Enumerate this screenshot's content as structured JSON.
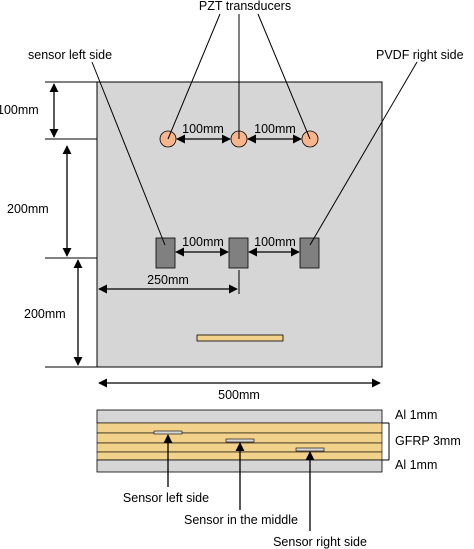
{
  "top_view": {
    "label_pzt": "PZT transducers",
    "label_sensor_left": "sensor left side",
    "label_pvdf_right": "PVDF right side",
    "dim_top": "100mm",
    "dim_mid": "200mm",
    "dim_bottom": "200mm",
    "dim_width": "500mm",
    "dim_pzt_spacing_1": "100mm",
    "dim_pzt_spacing_2": "100mm",
    "dim_sensor_spacing_1": "100mm",
    "dim_sensor_spacing_2": "100mm",
    "dim_center_offset": "250mm"
  },
  "cross_section": {
    "label_al_top": "Al 1mm",
    "label_gfrp": "GFRP 3mm",
    "label_al_bottom": "Al 1mm",
    "label_sensor_left": "Sensor left side",
    "label_sensor_middle": "Sensor in the middle",
    "label_sensor_right": "Sensor right  side"
  },
  "colors": {
    "plate": "#d6d6d6",
    "pzt": "#f6b58c",
    "sensor": "#808080",
    "gfrp": "#f2d18a"
  }
}
